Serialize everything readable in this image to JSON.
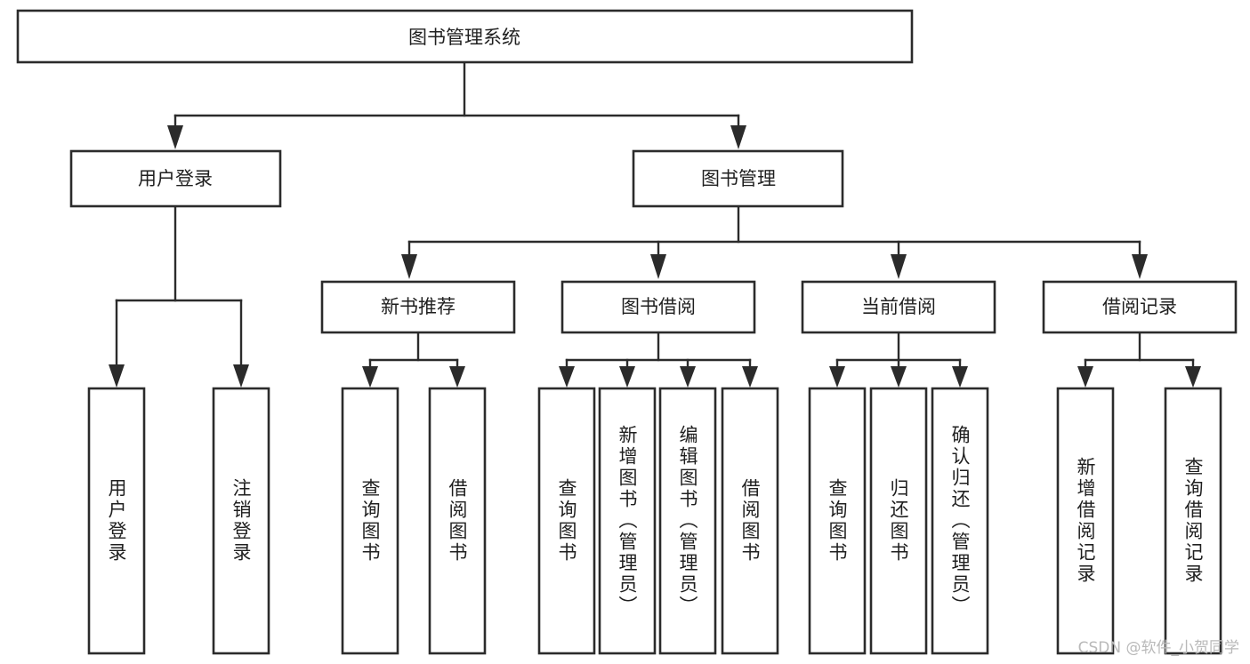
{
  "diagram": {
    "type": "tree-hierarchy-chart",
    "title": "图书管理系统",
    "orientation": "top-down",
    "colors": {
      "box_stroke": "#2b2b2b",
      "box_fill": "#ffffff",
      "connector": "#2b2b2b",
      "text": "#1f1f1f",
      "background": "#ffffff",
      "watermark": "#b9b9b9"
    },
    "root": {
      "label": "图书管理系统"
    },
    "level2": [
      {
        "label": "用户登录"
      },
      {
        "label": "图书管理"
      }
    ],
    "level3": [
      {
        "label": "新书推荐"
      },
      {
        "label": "图书借阅"
      },
      {
        "label": "当前借阅"
      },
      {
        "label": "借阅记录"
      }
    ],
    "leaves": {
      "user_login": [
        {
          "label": "用户登录"
        },
        {
          "label": "注销登录"
        }
      ],
      "new_book_recommend": [
        {
          "label": "查询图书"
        },
        {
          "label": "借阅图书"
        }
      ],
      "book_borrow": [
        {
          "label": "查询图书"
        },
        {
          "label": "新增图书（管理员）"
        },
        {
          "label": "编辑图书（管理员）"
        },
        {
          "label": "借阅图书"
        }
      ],
      "current_borrow": [
        {
          "label": "查询图书"
        },
        {
          "label": "归还图书"
        },
        {
          "label": "确认归还（管理员）"
        }
      ],
      "borrow_record": [
        {
          "label": "新增借阅记录"
        },
        {
          "label": "查询借阅记录"
        }
      ]
    }
  },
  "watermark": {
    "text": "CSDN @软件_小贺同学"
  }
}
